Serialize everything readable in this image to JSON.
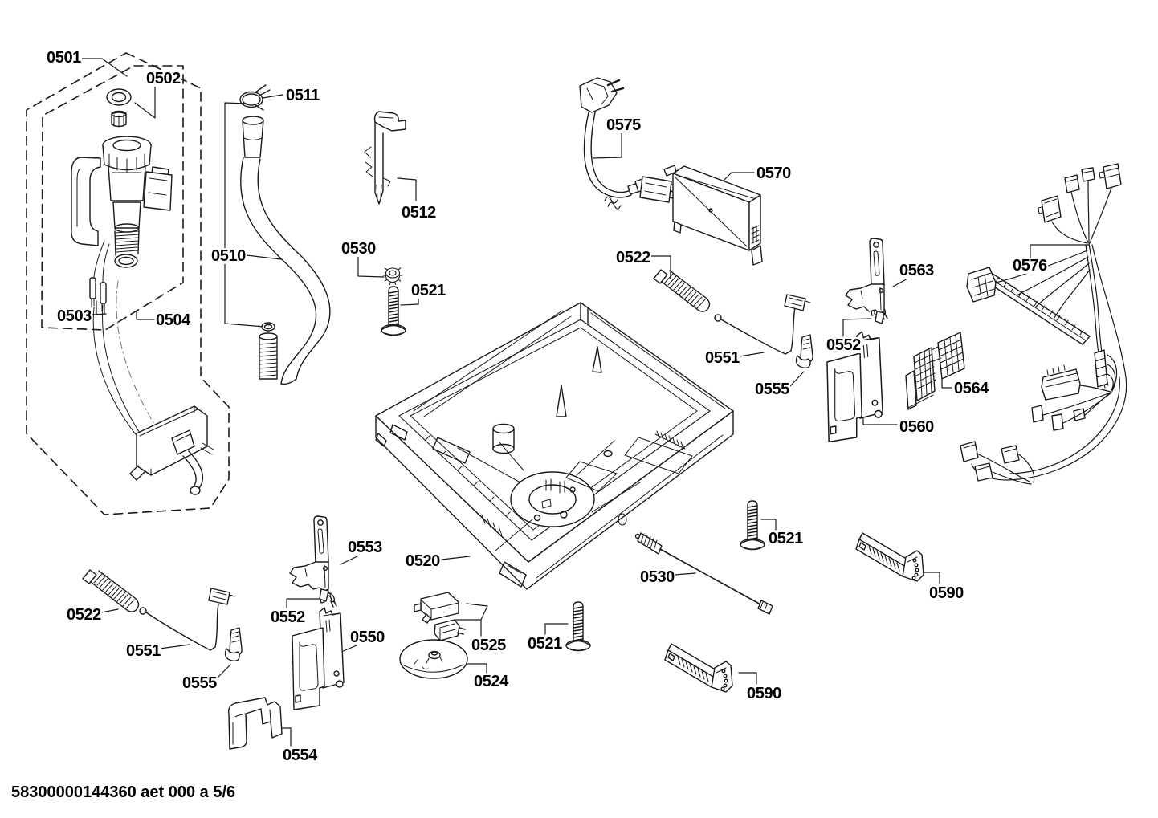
{
  "page": {
    "background": "#ffffff",
    "line_color": "#1a1a1a",
    "footer": "58300000144360 aet 000 a 5/6"
  },
  "labels": [
    {
      "ref": "0501"
    },
    {
      "ref": "0502"
    },
    {
      "ref": "0503"
    },
    {
      "ref": "0504"
    },
    {
      "ref": "0511"
    },
    {
      "ref": "0510"
    },
    {
      "ref": "0512"
    },
    {
      "ref": "0530"
    },
    {
      "ref": "0521"
    },
    {
      "ref": "0575"
    },
    {
      "ref": "0570"
    },
    {
      "ref": "0522"
    },
    {
      "ref": "0563"
    },
    {
      "ref": "0576"
    },
    {
      "ref": "0551"
    },
    {
      "ref": "0552"
    },
    {
      "ref": "0555"
    },
    {
      "ref": "0564"
    },
    {
      "ref": "0560"
    },
    {
      "ref": "0520"
    },
    {
      "ref": "0521"
    },
    {
      "ref": "0530"
    },
    {
      "ref": "0590"
    },
    {
      "ref": "0522"
    },
    {
      "ref": "0553"
    },
    {
      "ref": "0551"
    },
    {
      "ref": "0552"
    },
    {
      "ref": "0550"
    },
    {
      "ref": "0555"
    },
    {
      "ref": "0525"
    },
    {
      "ref": "0521"
    },
    {
      "ref": "0524"
    },
    {
      "ref": "0590"
    },
    {
      "ref": "0554"
    }
  ]
}
